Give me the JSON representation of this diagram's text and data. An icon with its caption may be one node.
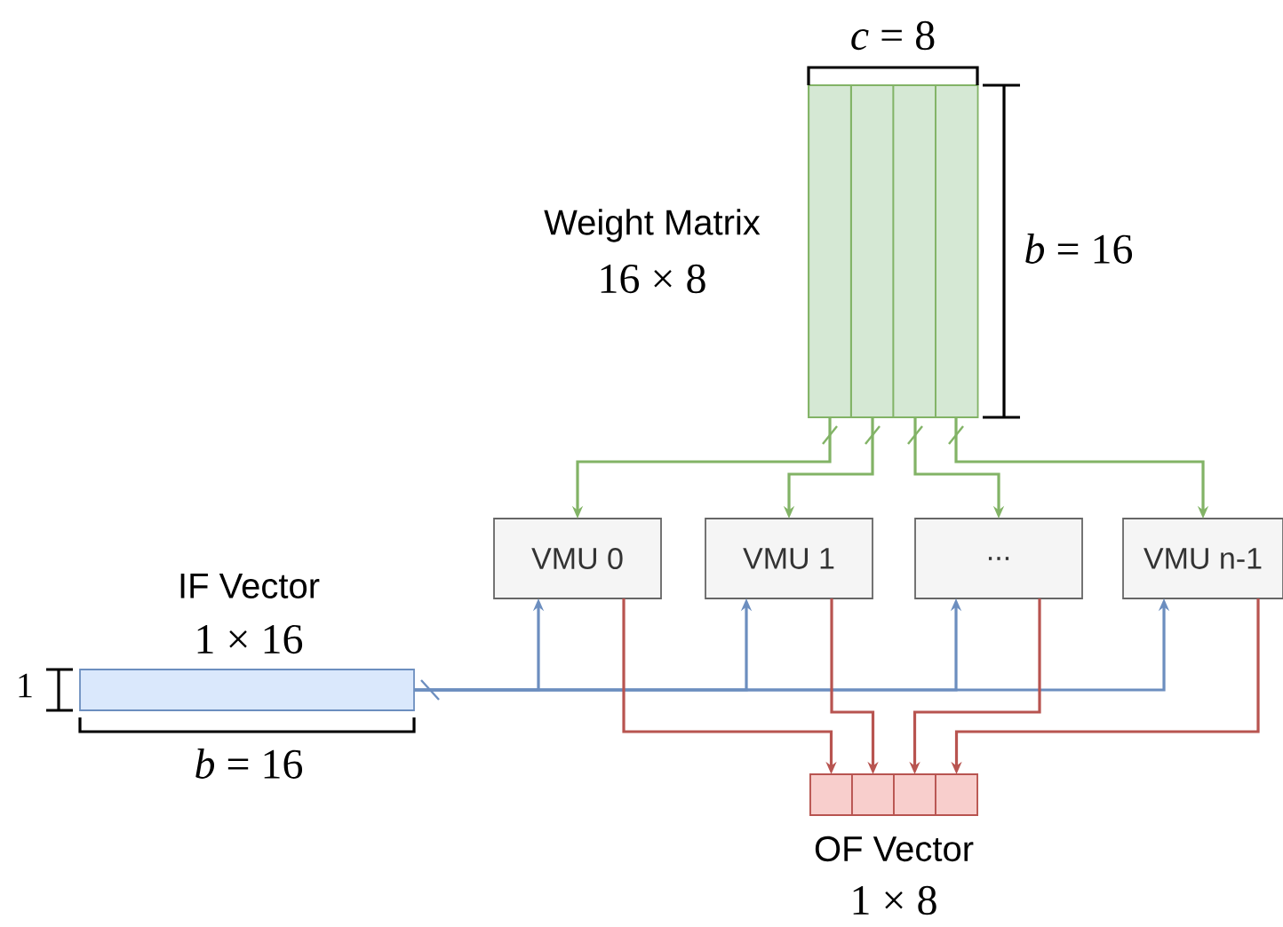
{
  "diagram": {
    "nodes": [
      {
        "text": [
          "Weight Matrix",
          "16 × 8"
        ]
      },
      {
        "text": [],
        "shape": "box",
        "in": 0
      },
      {
        "text": [],
        "shape": "box",
        "in": 0
      },
      {
        "text": [],
        "shape": "box",
        "in": 0
      },
      {
        "text": [],
        "shape": "box",
        "in": 0
      },
      {
        "text": [
          "VMU 0"
        ]
      },
      {
        "text": [
          "VMU 1"
        ]
      },
      {
        "text": [
          "..."
        ]
      },
      {
        "text": [
          "VMU n-1"
        ]
      },
      {
        "text": [
          "IF Vector",
          "1 × 16"
        ]
      },
      {
        "text": [
          "OF Vector",
          "1 × 8"
        ]
      },
      {
        "text": [],
        "shape": "box",
        "in": 10
      },
      {
        "text": [],
        "shape": "box",
        "in": 10
      },
      {
        "text": [],
        "shape": "box",
        "in": 10
      },
      {
        "text": [],
        "shape": "box",
        "in": 10
      }
    ],
    "edges": [
      {
        "from": 1,
        "to": 5,
        "arrow": "to",
        "color": "#82b366"
      },
      {
        "from": 2,
        "to": 6,
        "arrow": "to",
        "color": "#82b366"
      },
      {
        "from": 3,
        "to": 7,
        "arrow": "to",
        "color": "#82b366"
      },
      {
        "from": 4,
        "to": 8,
        "arrow": "to",
        "color": "#82b366"
      },
      {
        "from": 9,
        "to": 5,
        "arrow": "to",
        "color": "#6c8ebf"
      },
      {
        "from": 9,
        "to": 6,
        "arrow": "to",
        "color": "#6c8ebf"
      },
      {
        "from": 9,
        "to": 7,
        "arrow": "to",
        "color": "#6c8ebf"
      },
      {
        "from": 9,
        "to": 8,
        "arrow": "to",
        "color": "#6c8ebf"
      },
      {
        "from": 5,
        "to": 11,
        "arrow": "to",
        "color": "#b85450"
      },
      {
        "from": 6,
        "to": 12,
        "arrow": "to",
        "color": "#b85450"
      },
      {
        "from": 7,
        "to": 13,
        "arrow": "to",
        "color": "#b85450"
      },
      {
        "from": 8,
        "to": 14,
        "arrow": "to",
        "color": "#b85450"
      }
    ],
    "labels": [
      "*c* = 8",
      "*b* = 16",
      "1",
      "*b* = 16"
    ]
  }
}
